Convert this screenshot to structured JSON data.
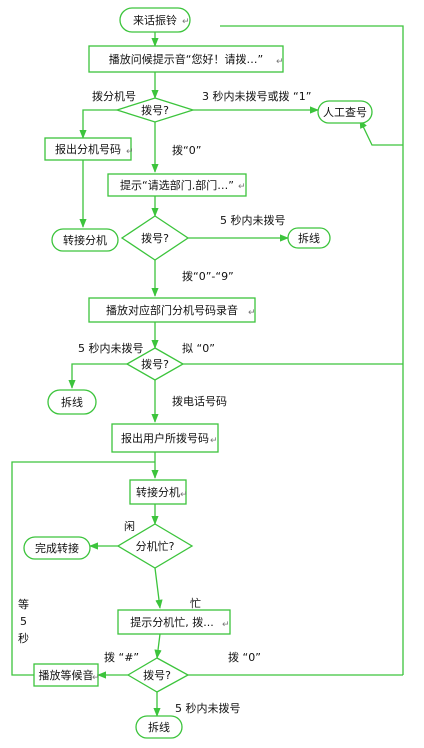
{
  "colors": {
    "line": "#3cc43c",
    "text": "#111111"
  },
  "nodes": {
    "ring": "来话振铃",
    "play_greeting": "播放问候提示音“您好！请拨…”",
    "dial_1": "拨号?",
    "operator": "人工查号",
    "report_ext": "报出分机号码",
    "prompt_dept": "提示“请选部门.部门…”",
    "dial_2": "拨号?",
    "transfer_ext": "转接分机",
    "hangup_1": "拆线",
    "play_dept_record": "播放对应部门分机号码录音",
    "dial_3": "拨号?",
    "hangup_2": "拆线",
    "report_user_number": "报出用户所拨号码",
    "transfer": "转接分机",
    "busy_check": "分机忙?",
    "done_transfer": "完成转接",
    "prompt_busy": "提示分机忙, 拨...",
    "play_wait": "播放等候音",
    "dial_4": "拨号?",
    "hangup_3": "拆线"
  },
  "edge_labels": {
    "dial_ext": "拨分机号",
    "no_dial_3s": "3 秒内未拨号或拨 “1”",
    "dial_0_a": "拨“0”",
    "no_dial_5s_a": "5 秒内未拨号",
    "dial_0_9": "拨“0”-“9”",
    "no_dial_5s_b": "5 秒内未拨号",
    "dial_0_b": "拟 “0”",
    "dial_phone": "拨电话号码",
    "idle": "闲",
    "busy": "忙",
    "dial_hash": "拨 “#”",
    "dial_0_c": "拨 “0”",
    "no_dial_5s_c": "5 秒内未拨号",
    "wait_1": "等",
    "wait_2": "5",
    "wait_3": "秒"
  },
  "return_mark": "↵"
}
